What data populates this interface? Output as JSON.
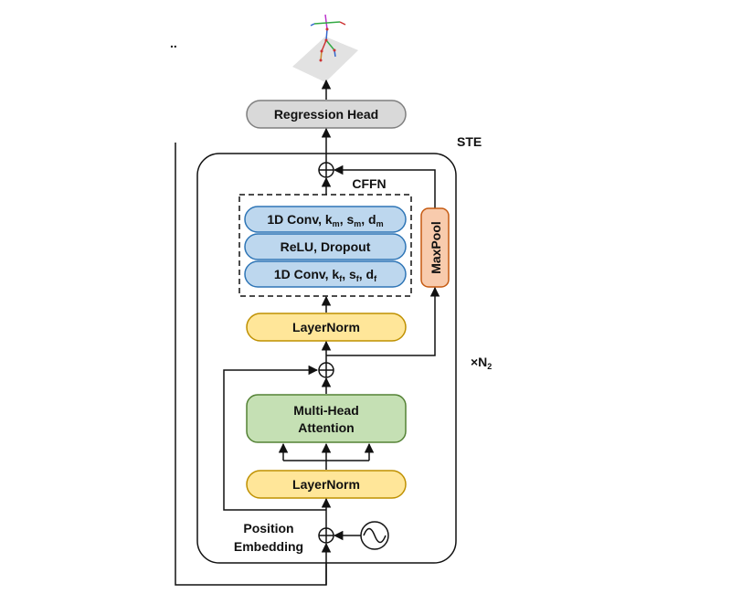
{
  "labels": {
    "regression_head": "Regression Head",
    "ste": "STE",
    "cffn": "CFFN",
    "conv1_main": "1D Conv, k",
    "conv1_k_sub": "m",
    "conv1_s": ", s",
    "conv1_s_sub": "m",
    "conv1_d": ", d",
    "conv1_d_sub": "m",
    "relu_dropout": "ReLU, Dropout",
    "conv2_main": "1D Conv, k",
    "conv2_k_sub": "f",
    "conv2_s": ", s",
    "conv2_s_sub": "f",
    "conv2_d": ", d",
    "conv2_d_sub": "f",
    "maxpool": "MaxPool",
    "layernorm_top": "LayerNorm",
    "mha_line1": "Multi-Head",
    "mha_line2": "Attention",
    "layernorm_bottom": "LayerNorm",
    "repeat_main": "×N",
    "repeat_sub": "2",
    "pos_line1": "Position",
    "pos_line2": "Embedding",
    "corner_mark": ".."
  },
  "colors": {
    "regression_fill": "#d9d9d9",
    "conv_fill": "#bdd7ee",
    "conv_stroke": "#2e75b6",
    "maxpool_fill": "#f8cbad",
    "maxpool_stroke": "#c55a11",
    "layernorm_fill": "#ffe699",
    "layernorm_stroke": "#bf9000",
    "mha_fill": "#c5e0b4",
    "mha_stroke": "#548235"
  },
  "icons": [
    "pose-skeleton-icon",
    "sine-wave-icon",
    "add-circle-icon"
  ]
}
